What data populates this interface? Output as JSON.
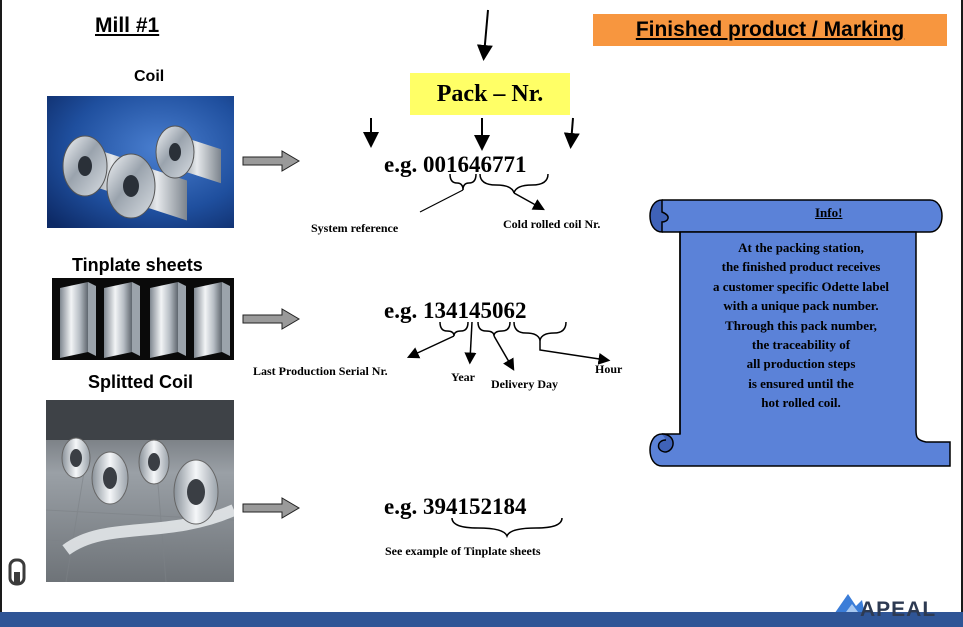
{
  "header": {
    "mill_title": "Mill #1",
    "marking_title": "Finished product / Marking"
  },
  "products": {
    "coil_label": "Coil",
    "tinplate_label": "Tinplate sheets",
    "splitted_label": "Splitted Coil"
  },
  "pack": {
    "label": "Pack – Nr."
  },
  "examples": {
    "coil_number": "e.g.  001646771",
    "coil_system_reference": "System reference",
    "coil_cold_rolled": "Cold rolled coil Nr.",
    "tinplate_number": "e.g.  134145062",
    "tinplate_serial": "Last Production Serial Nr.",
    "tinplate_year": "Year",
    "tinplate_delivery_day": "Delivery Day",
    "tinplate_hour": "Hour",
    "split_number": "e.g.  394152184",
    "split_note": "See example of  Tinplate sheets"
  },
  "info": {
    "title": "Info!",
    "lines": [
      "At the packing station,",
      "the finished product receives",
      "a customer specific Odette label",
      "with a unique pack number.",
      "Through this pack number,",
      "the traceability of",
      "all production steps",
      "is ensured until the",
      "hot rolled coil."
    ]
  },
  "logo": {
    "text": "APEAL"
  },
  "colors": {
    "marking_bg": "#f7963f",
    "pack_bg": "#ffff66",
    "scroll_fill": "#5b82d8",
    "footer": "#2f5596"
  }
}
